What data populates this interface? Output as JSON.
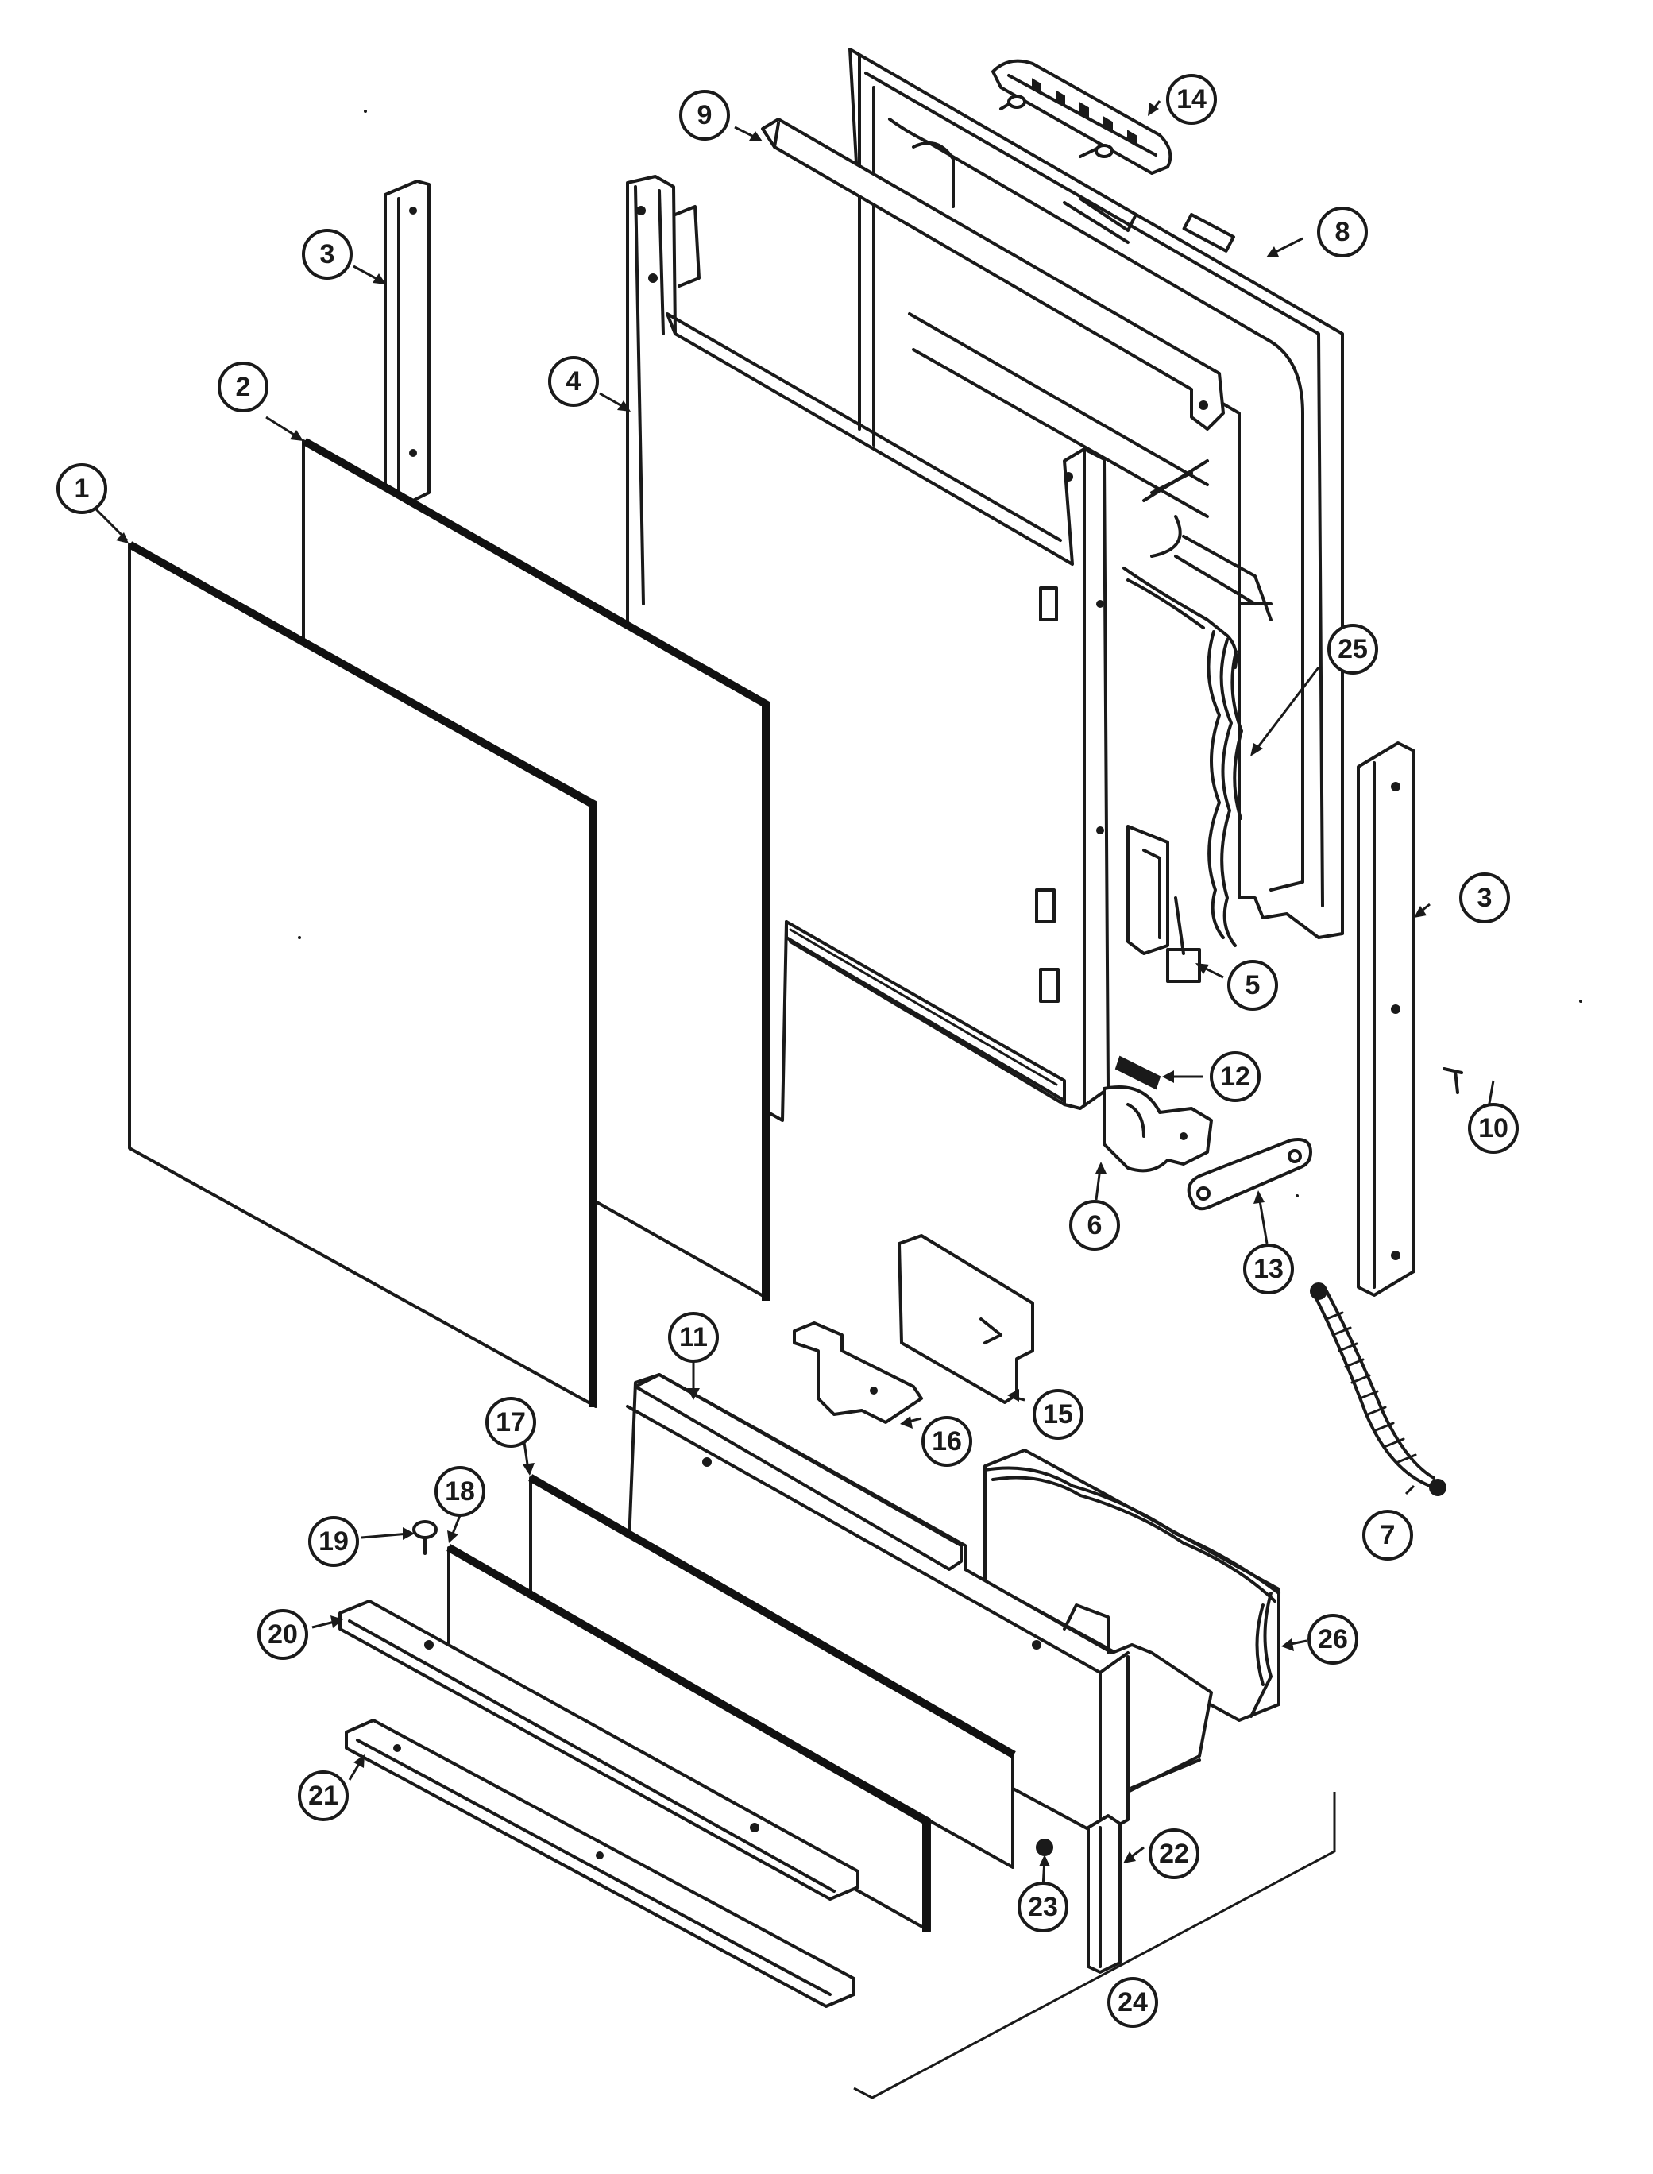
{
  "diagram": {
    "callouts": [
      {
        "id": "c1",
        "label": "1"
      },
      {
        "id": "c2",
        "label": "2"
      },
      {
        "id": "c3a",
        "label": "3"
      },
      {
        "id": "c3b",
        "label": "3"
      },
      {
        "id": "c4",
        "label": "4"
      },
      {
        "id": "c5",
        "label": "5"
      },
      {
        "id": "c6",
        "label": "6"
      },
      {
        "id": "c7",
        "label": "7"
      },
      {
        "id": "c8",
        "label": "8"
      },
      {
        "id": "c9",
        "label": "9"
      },
      {
        "id": "c10",
        "label": "10"
      },
      {
        "id": "c11",
        "label": "11"
      },
      {
        "id": "c12",
        "label": "12"
      },
      {
        "id": "c13",
        "label": "13"
      },
      {
        "id": "c14",
        "label": "14"
      },
      {
        "id": "c15",
        "label": "15"
      },
      {
        "id": "c16",
        "label": "16"
      },
      {
        "id": "c17",
        "label": "17"
      },
      {
        "id": "c18",
        "label": "18"
      },
      {
        "id": "c19",
        "label": "19"
      },
      {
        "id": "c20",
        "label": "20"
      },
      {
        "id": "c21",
        "label": "21"
      },
      {
        "id": "c22",
        "label": "22"
      },
      {
        "id": "c23",
        "label": "23"
      },
      {
        "id": "c24",
        "label": "24"
      },
      {
        "id": "c25",
        "label": "25"
      },
      {
        "id": "c26",
        "label": "26"
      }
    ]
  }
}
